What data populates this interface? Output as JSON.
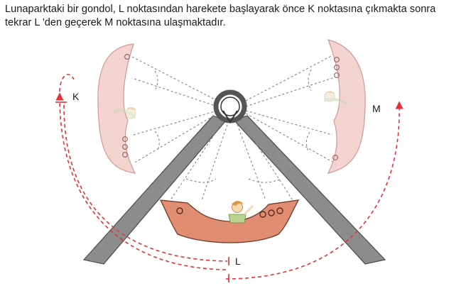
{
  "question": {
    "line1": "Lunaparktaki bir gondol, L noktasından harekete başlayarak önce K noktasına çıkmakta sonra",
    "line2": "tekrar L 'den geçerek M noktasına ulaşmaktadır."
  },
  "diagram": {
    "labels": {
      "K": "K",
      "L": "L",
      "M": "M"
    },
    "colors": {
      "gondola_active": "#e08d72",
      "gondola_ghost": "#f3d4d0",
      "gondola_ghost_stroke": "#cf9a96",
      "arm": "#8c8c8c",
      "arrow": "#e53238",
      "hub": "#6f6f6f"
    },
    "icons": [
      "gondola-icon",
      "rider-icon",
      "porthole-icon",
      "arrow-head-icon"
    ]
  }
}
